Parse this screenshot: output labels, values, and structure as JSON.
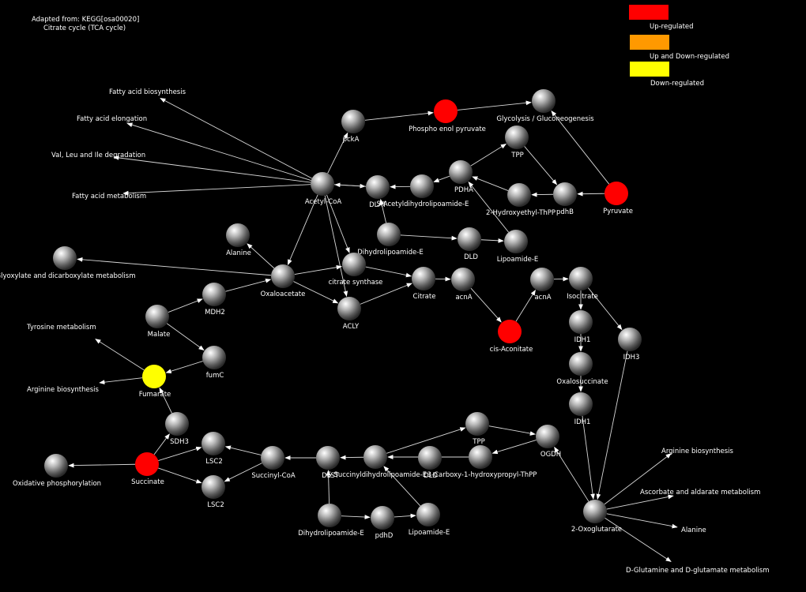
{
  "header": {
    "line1": "Adapted from: KEGG[osa00020]",
    "line2": "Citrate cycle (TCA cycle)"
  },
  "legend": [
    {
      "label": "Up-regulated",
      "color": "#ff0000"
    },
    {
      "label": "Up and Down-regulated",
      "color": "#ff9900"
    },
    {
      "label": "Down-regulated",
      "color": "#ffff00"
    }
  ],
  "nodes": [
    {
      "id": "pcka",
      "label": "pckA",
      "state": "none"
    },
    {
      "id": "pep",
      "label": "Phospho enol pyruvate",
      "state": "up"
    },
    {
      "id": "glyco",
      "label": "Glycolysis / Gluconeogenesis",
      "state": "none"
    },
    {
      "id": "tpp1",
      "label": "TPP",
      "state": "none"
    },
    {
      "id": "pdha",
      "label": "PDHA",
      "state": "none"
    },
    {
      "id": "sacetyl",
      "label": "S-Acetyldihydrolipoamide-E",
      "state": "none"
    },
    {
      "id": "dlat",
      "label": "DLAT",
      "state": "none"
    },
    {
      "id": "acetylcoa",
      "label": "Acetyl-CoA",
      "state": "none"
    },
    {
      "id": "hethpp",
      "label": "2-Hydroxyethyl-ThPP",
      "state": "none"
    },
    {
      "id": "pdhb",
      "label": "pdhB",
      "state": "none"
    },
    {
      "id": "pyruvate",
      "label": "Pyruvate",
      "state": "up"
    },
    {
      "id": "dihydroE1",
      "label": "Dihydrolipoamide-E",
      "state": "none"
    },
    {
      "id": "dld1",
      "label": "DLD",
      "state": "none"
    },
    {
      "id": "lipoE1",
      "label": "Lipoamide-E",
      "state": "none"
    },
    {
      "id": "alanine1",
      "label": "Alanine",
      "state": "none"
    },
    {
      "id": "glyoxpath",
      "label": "Glyoxylate and dicarboxylate metabolism",
      "state": "none"
    },
    {
      "id": "oxaloacetate",
      "label": "Oxaloacetate",
      "state": "none"
    },
    {
      "id": "citsynth",
      "label": "citrate synthase",
      "state": "none"
    },
    {
      "id": "citrate",
      "label": "Citrate",
      "state": "none"
    },
    {
      "id": "acna1",
      "label": "acnA",
      "state": "none"
    },
    {
      "id": "acna2",
      "label": "acnA",
      "state": "none"
    },
    {
      "id": "isocitrate",
      "label": "Isocitrate",
      "state": "none"
    },
    {
      "id": "acly",
      "label": "ACLY",
      "state": "none"
    },
    {
      "id": "mdh2",
      "label": "MDH2",
      "state": "none"
    },
    {
      "id": "malate",
      "label": "Malate",
      "state": "none"
    },
    {
      "id": "cisaco",
      "label": "cis-Aconitate",
      "state": "up"
    },
    {
      "id": "idh1a",
      "label": "IDH1",
      "state": "none"
    },
    {
      "id": "idh3",
      "label": "IDH3",
      "state": "none"
    },
    {
      "id": "fumc",
      "label": "fumC",
      "state": "none"
    },
    {
      "id": "fumarate",
      "label": "Fumarate",
      "state": "down"
    },
    {
      "id": "oxalosucc",
      "label": "Oxalosuccinate",
      "state": "none"
    },
    {
      "id": "idh1b",
      "label": "IDH1",
      "state": "none"
    },
    {
      "id": "sdh3",
      "label": "SDH3",
      "state": "none"
    },
    {
      "id": "lsc2a",
      "label": "LSC2",
      "state": "none"
    },
    {
      "id": "lsc2b",
      "label": "LSC2",
      "state": "none"
    },
    {
      "id": "oxphos",
      "label": "Oxidative phosphorylation",
      "state": "none"
    },
    {
      "id": "succinate",
      "label": "Succinate",
      "state": "up"
    },
    {
      "id": "succcoa",
      "label": "Succinyl-CoA",
      "state": "none"
    },
    {
      "id": "dlst",
      "label": "DLST",
      "state": "none"
    },
    {
      "id": "ssucc",
      "label": "S-Succinyldihydrolipoamide-E",
      "state": "none"
    },
    {
      "id": "tpp2",
      "label": "TPP",
      "state": "none"
    },
    {
      "id": "ogdh",
      "label": "OGDH",
      "state": "none"
    },
    {
      "id": "dld2",
      "label": "DLD",
      "state": "none"
    },
    {
      "id": "carboxy",
      "label": "3-Carboxy-1-hydroxypropyl-ThPP",
      "state": "none"
    },
    {
      "id": "dihydroE2",
      "label": "Dihydrolipoamide-E",
      "state": "none"
    },
    {
      "id": "pdhd",
      "label": "pdhD",
      "state": "none"
    },
    {
      "id": "lipoE2",
      "label": "Lipoamide-E",
      "state": "none"
    },
    {
      "id": "oxoglut",
      "label": "2-Oxoglutarate",
      "state": "none"
    }
  ],
  "pathways": [
    {
      "id": "fab",
      "label": "Fatty acid biosynthesis"
    },
    {
      "id": "fae",
      "label": "Fatty acid elongation"
    },
    {
      "id": "vli",
      "label": "Val, Leu and Ile degradation"
    },
    {
      "id": "fam",
      "label": "Fatty acid metabolism"
    },
    {
      "id": "tyr",
      "label": "Tyrosine metabolism"
    },
    {
      "id": "argbio1",
      "label": "Arginine biosynthesis"
    },
    {
      "id": "argbio2",
      "label": "Arginine biosynthesis"
    },
    {
      "id": "asc",
      "label": "Ascorbate and aldarate metabolism"
    },
    {
      "id": "ala2",
      "label": "Alanine"
    },
    {
      "id": "glu",
      "label": "D-Glutamine and D-glutamate metabolism"
    }
  ],
  "edges": [
    [
      "acetylcoa",
      "fab"
    ],
    [
      "acetylcoa",
      "fae"
    ],
    [
      "acetylcoa",
      "vli"
    ],
    [
      "acetylcoa",
      "fam"
    ],
    [
      "acetylcoa",
      "pcka"
    ],
    [
      "acetylcoa",
      "dlat"
    ],
    [
      "acetylcoa",
      "citsynth"
    ],
    [
      "acetylcoa",
      "acly"
    ],
    [
      "acetylcoa",
      "oxaloacetate"
    ],
    [
      "pcka",
      "pep"
    ],
    [
      "pep",
      "glyco"
    ],
    [
      "pyruvate",
      "glyco"
    ],
    [
      "pyruvate",
      "pdhb"
    ],
    [
      "pdhb",
      "hethpp"
    ],
    [
      "tpp1",
      "pdhb"
    ],
    [
      "pdha",
      "tpp1"
    ],
    [
      "hethpp",
      "pdha"
    ],
    [
      "pdha",
      "sacetyl"
    ],
    [
      "sacetyl",
      "dlat"
    ],
    [
      "dlat",
      "acetylcoa"
    ],
    [
      "dihydroE1",
      "dlat"
    ],
    [
      "dihydroE1",
      "dld1"
    ],
    [
      "dld1",
      "lipoE1"
    ],
    [
      "lipoE1",
      "pdha"
    ],
    [
      "oxaloacetate",
      "alanine1"
    ],
    [
      "oxaloacetate",
      "glyoxpath"
    ],
    [
      "oxaloacetate",
      "citsynth"
    ],
    [
      "oxaloacetate",
      "acly"
    ],
    [
      "citsynth",
      "citrate"
    ],
    [
      "acly",
      "citrate"
    ],
    [
      "citrate",
      "acna1"
    ],
    [
      "acna1",
      "cisaco"
    ],
    [
      "cisaco",
      "acna2"
    ],
    [
      "acna2",
      "isocitrate"
    ],
    [
      "isocitrate",
      "idh1a"
    ],
    [
      "isocitrate",
      "idh3"
    ],
    [
      "idh1a",
      "oxalosucc"
    ],
    [
      "oxalosucc",
      "idh1b"
    ],
    [
      "idh1b",
      "oxoglut"
    ],
    [
      "idh3",
      "oxoglut"
    ],
    [
      "oxoglut",
      "argbio2"
    ],
    [
      "oxoglut",
      "asc"
    ],
    [
      "oxoglut",
      "ala2"
    ],
    [
      "oxoglut",
      "glu"
    ],
    [
      "oxoglut",
      "ogdh"
    ],
    [
      "ogdh",
      "carboxy"
    ],
    [
      "carboxy",
      "ssucc"
    ],
    [
      "ssucc",
      "tpp2"
    ],
    [
      "tpp2",
      "ogdh"
    ],
    [
      "ssucc",
      "dlst"
    ],
    [
      "dlst",
      "succcoa"
    ],
    [
      "lipoE2",
      "ssucc"
    ],
    [
      "dihydroE2",
      "dlst"
    ],
    [
      "dihydroE2",
      "pdhd"
    ],
    [
      "pdhd",
      "lipoE2"
    ],
    [
      "succcoa",
      "lsc2a"
    ],
    [
      "succcoa",
      "lsc2b"
    ],
    [
      "succinate",
      "lsc2a"
    ],
    [
      "succinate",
      "lsc2b"
    ],
    [
      "succinate",
      "oxphos"
    ],
    [
      "succinate",
      "sdh3"
    ],
    [
      "sdh3",
      "fumarate"
    ],
    [
      "fumarate",
      "tyr"
    ],
    [
      "fumarate",
      "argbio1"
    ],
    [
      "fumc",
      "fumarate"
    ],
    [
      "malate",
      "fumc"
    ],
    [
      "malate",
      "mdh2"
    ],
    [
      "mdh2",
      "oxaloacetate"
    ]
  ]
}
